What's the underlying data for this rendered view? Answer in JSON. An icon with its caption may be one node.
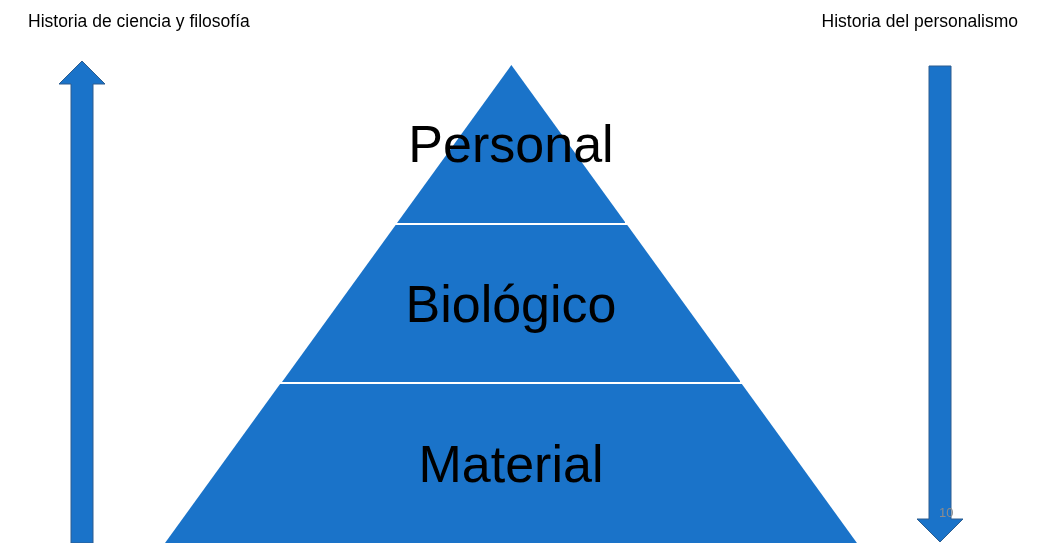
{
  "diagram": {
    "nodes": [
      {
        "text": [
          "Personal"
        ]
      },
      {
        "text": [
          "Biológico"
        ]
      },
      {
        "text": [
          "Material"
        ]
      }
    ],
    "labels": [
      "Historia de ciencia y filosofía",
      "Historia del personalismo",
      "10"
    ]
  }
}
